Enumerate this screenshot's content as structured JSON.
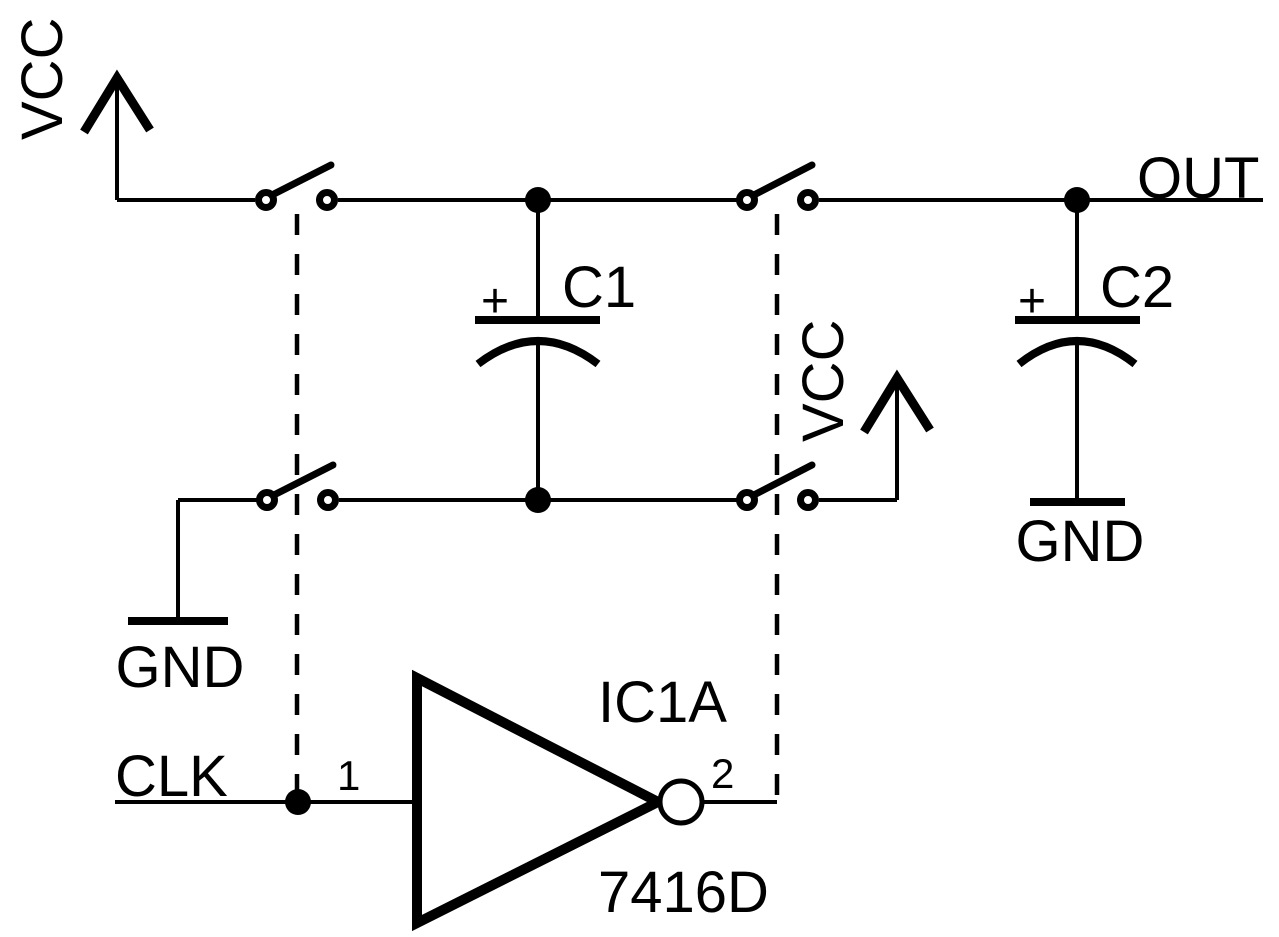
{
  "diagram": {
    "type": "circuit-schematic",
    "description": "Switched-capacitor charge pump driven by one inverter gate",
    "colors": {
      "background": "#ffffff",
      "stroke": "#000000"
    },
    "labels": {
      "vcc_left": "VCC",
      "vcc_right": "VCC",
      "out": "OUT",
      "clk": "CLK",
      "gnd_left": "GND",
      "gnd_right": "GND",
      "cap1_name": "C1",
      "cap1_polarity": "+",
      "cap2_name": "C2",
      "cap2_polarity": "+",
      "inverter_pin_in": "1",
      "inverter_pin_out": "2",
      "inverter_name": "IC1A",
      "inverter_part": "7416D"
    }
  }
}
